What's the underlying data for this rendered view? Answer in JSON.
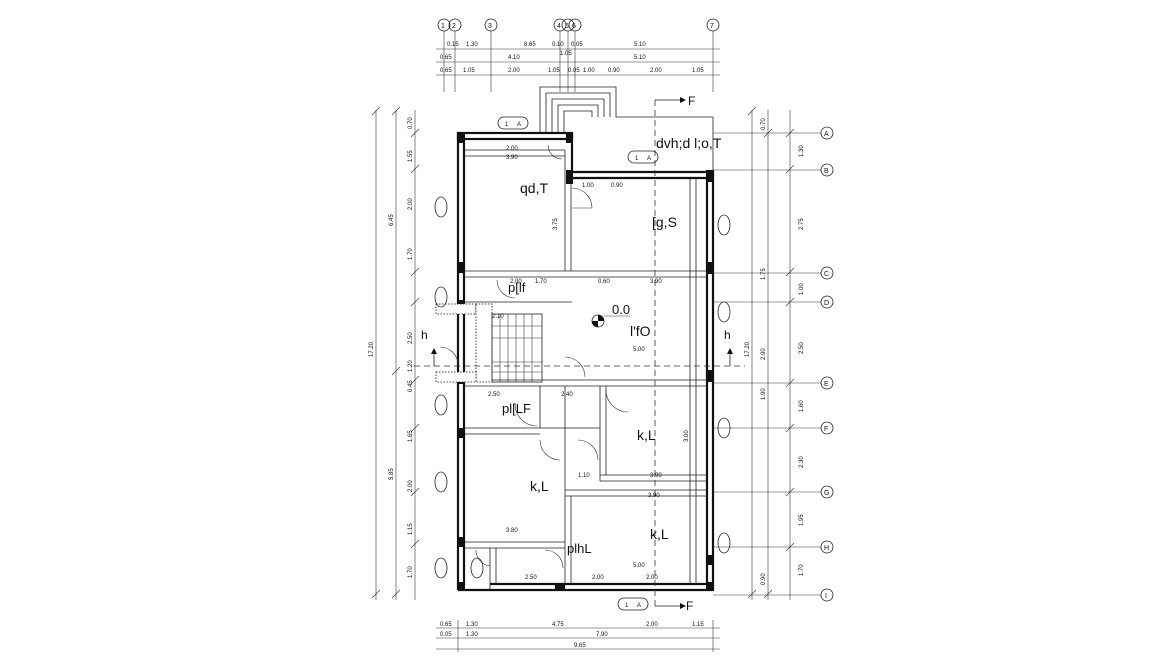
{
  "drawing": {
    "top_axis_labels": [
      "1",
      "2",
      "3",
      "4",
      "5",
      "6",
      "7"
    ],
    "right_axis_labels": [
      "A",
      "B",
      "C",
      "D",
      "E",
      "F",
      "G",
      "H",
      "I"
    ],
    "rooms": {
      "upper_left": "qd,T",
      "upper_right": "[g,S",
      "top_right": "dvh;d l;o,T",
      "hall": "l'fO",
      "toilet_upper": "p[lf",
      "toilet_lower": "pl[LF",
      "kitchen_right": "k,L",
      "kitchen_left": "k,L",
      "kitchen_lower_right": "k,L",
      "bath_bottom": "plhL"
    },
    "level_mark": "0.0",
    "stair_mark_left": "h",
    "stair_mark_right": "h",
    "section_letter": "F",
    "section_tags": [
      "1",
      "A"
    ],
    "top_dims_row1": [
      "0.15",
      "1.30",
      "8.65",
      "0.10",
      "0.05",
      "5.10"
    ],
    "top_dims_row2": [
      "0.65",
      "4.10",
      "1.05",
      "5.10"
    ],
    "top_dims_row3": [
      "0.65",
      "1.05",
      "2.00",
      "1.05",
      "0.05",
      "1.00",
      "0.90",
      "2.00",
      "1.05"
    ],
    "left_dims_outer": [
      "17.20",
      "5.85",
      "6.45",
      "2.50"
    ],
    "left_dims_inner": [
      "0.70",
      "1.55",
      "2.00",
      "1.70",
      "1.20",
      "0.45",
      "1.65",
      "2.00",
      "1.15",
      "1.70"
    ],
    "right_dims_outer": [
      "17.20",
      "1.30",
      "2.75",
      "1.00",
      "2.50",
      "1.60",
      "2.30",
      "1.95",
      "1.70"
    ],
    "right_dims_inner": [
      "0.70",
      "1.75",
      "2.90",
      "1.90",
      "0.90"
    ],
    "bottom_dims_row1": [
      "0.65",
      "1.30",
      "4.75",
      "2.00",
      "1.15"
    ],
    "bottom_dims_row2": [
      "0.05",
      "1.30",
      "7.90"
    ],
    "bottom_dims_row3": [
      "9.65"
    ],
    "room_dims": [
      "2.00",
      "3.90",
      "3.75",
      "3.90",
      "5.00",
      "1.70",
      "2.00",
      "2.50",
      "2.40",
      "3.80",
      "3.00",
      "3.90",
      "1.10",
      "2.50",
      "5.00",
      "2.00",
      "2.00",
      "1.00",
      "0.90",
      "2.10",
      "3.90",
      "0.60"
    ]
  }
}
